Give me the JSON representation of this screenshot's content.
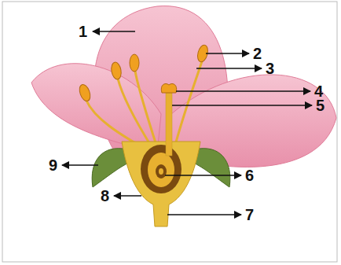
{
  "diagram": {
    "labels": [
      "1",
      "2",
      "3",
      "4",
      "5",
      "9",
      "6",
      "8",
      "7"
    ]
  }
}
